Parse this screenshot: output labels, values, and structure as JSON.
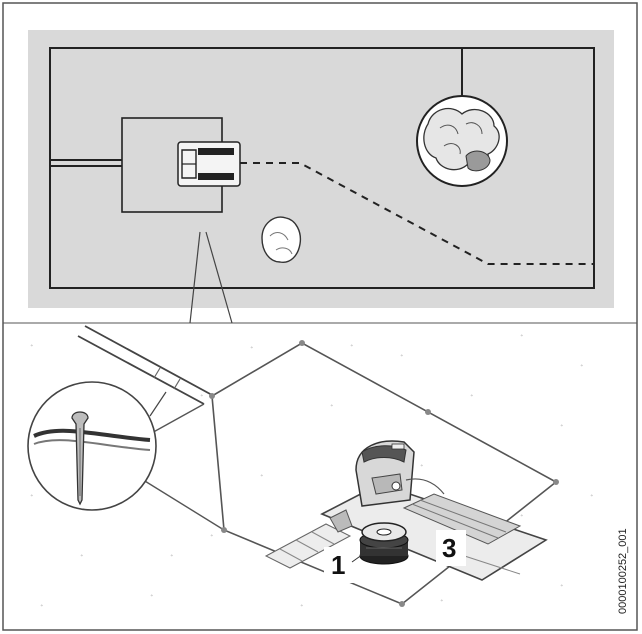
{
  "figure": {
    "callouts": [
      {
        "id": "callout-1",
        "label": "1"
      },
      {
        "id": "callout-3",
        "label": "3"
      }
    ],
    "document_code": "0000100252_001",
    "colors": {
      "panel_gray": "#d9d9d9",
      "line": "#222222",
      "frame": "#555555",
      "stone": "#9a9a9a"
    }
  }
}
